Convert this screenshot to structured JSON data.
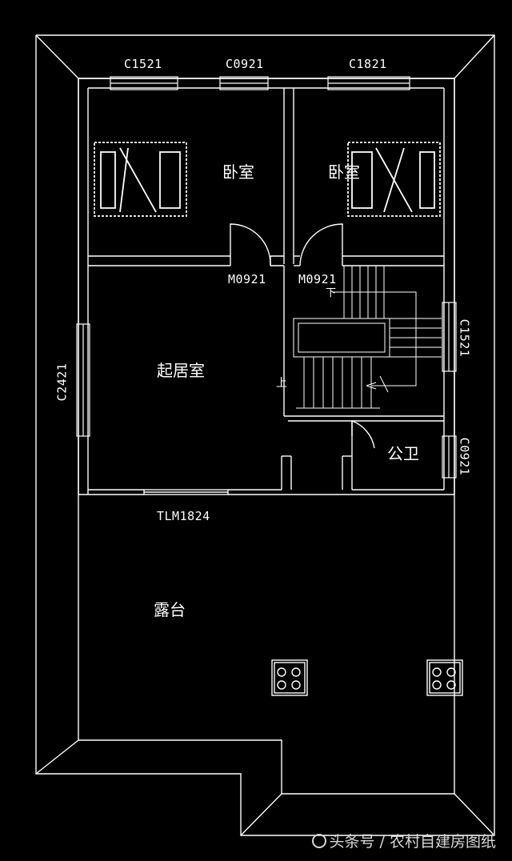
{
  "rooms": {
    "bedroom_left": "卧室",
    "bedroom_right": "卧室",
    "living_room": "起居室",
    "bathroom": "公卫",
    "terrace": "露台"
  },
  "windows": {
    "top_left": "C1521",
    "top_center": "C0921",
    "top_right": "C1821",
    "left_wall": "C2421",
    "right_upper": "C1521",
    "right_lower": "C0921"
  },
  "doors": {
    "bedroom_left_door": "M0921",
    "bedroom_right_door": "M0921",
    "terrace_sliding_door": "TLM1824"
  },
  "stairs": {
    "up_label": "上",
    "down_label": "下"
  },
  "watermark": "头条号 / 农村自建房图纸"
}
